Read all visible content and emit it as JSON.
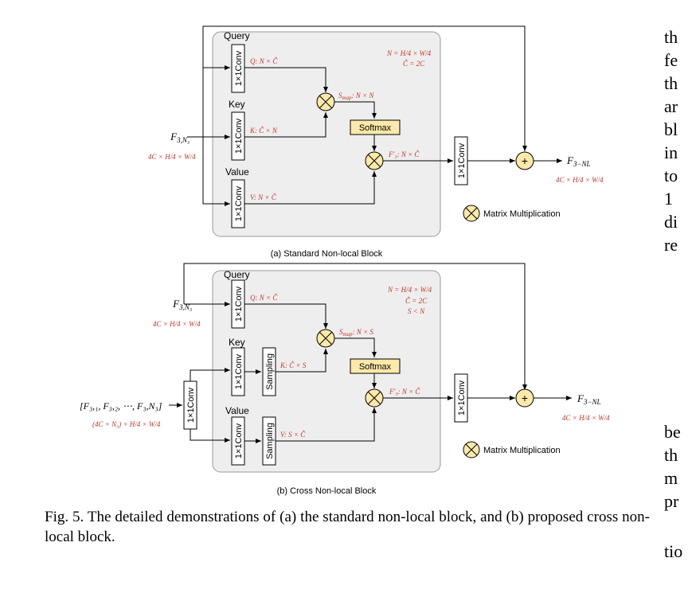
{
  "figure": {
    "a": {
      "labels": {
        "query": "Query",
        "key": "Key",
        "value": "Value"
      },
      "conv": "1×1Conv",
      "q_dim": "Q: N × Ĉ",
      "k_dim": "K: Ĉ × N",
      "v_dim": "V: N × Ĉ",
      "smap": "S",
      "smap_sub": "map",
      "smap_dim": ": N × N",
      "softmax": "Softmax",
      "f3p": "F′₃: N × Ĉ",
      "input_label": "F",
      "input_sub": "3,N₃",
      "input_dim": "4C × H/4 × W/4",
      "note_n": "N = H/4 × W/4",
      "note_c": "Ĉ = 2C",
      "output_label": "F",
      "output_sub": "3−NL",
      "output_dim": "4C × H/4 × W/4",
      "legend": "Matrix Multiplication",
      "caption": "(a) Standard Non-local Block"
    },
    "b": {
      "labels": {
        "query": "Query",
        "key": "Key",
        "value": "Value"
      },
      "conv": "1×1Conv",
      "sampling": "Sampling",
      "q_dim": "Q: N × Ĉ",
      "k_dim": "K: Ĉ × S",
      "v_dim": "V: S × Ĉ",
      "smap": "S",
      "smap_sub": "map",
      "smap_dim": ": N × S",
      "softmax": "Softmax",
      "f3p": "F′₃: N × Ĉ",
      "input_label": "F",
      "input_sub": "3,N₃",
      "input_dim": "4C × H/4 × W/4",
      "cat_label": "[F₃,₁, F₃,₂, ⋯, F₃,N₃]",
      "cat_dim": "(4C × N₃) × H/4 × W/4",
      "note_n": "N = H/4 × W/4",
      "note_c": "Ĉ = 2C",
      "note_s": "S < N",
      "output_label": "F",
      "output_sub": "3−NL",
      "output_dim": "4C × H/4 × W/4",
      "legend": "Matrix Multiplication",
      "caption": "(b) Cross Non-local Block"
    }
  },
  "caption_text": "Fig. 5.  The detailed demonstrations of (a) the standard non-local block, and (b) proposed cross non-local block.",
  "side_fragments": [
    "th",
    "fe",
    "th",
    "ar",
    "bl",
    "in",
    "to",
    "1",
    "di",
    "re",
    "be",
    "th",
    "m",
    "pr",
    "tio"
  ]
}
